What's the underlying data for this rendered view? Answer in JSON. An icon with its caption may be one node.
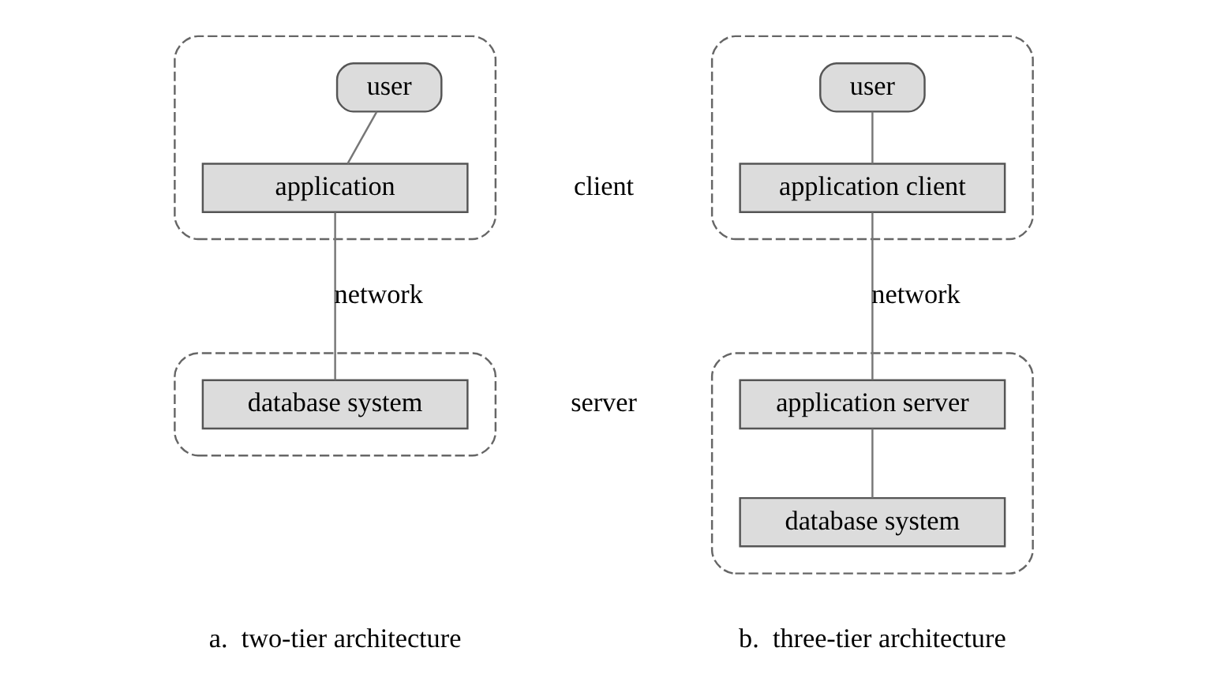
{
  "diagram": {
    "nodes": [
      {
        "text": [],
        "shape": "box"
      },
      {
        "text": [
          "user"
        ],
        "in": 0
      },
      {
        "text": [
          "application"
        ],
        "in": 0
      },
      {
        "text": [],
        "shape": "box"
      },
      {
        "text": [
          "database system"
        ],
        "in": 3
      },
      {
        "text": [],
        "shape": "box"
      },
      {
        "text": [
          "user"
        ],
        "in": 5
      },
      {
        "text": [
          "application client"
        ],
        "in": 5
      },
      {
        "text": [],
        "shape": "box"
      },
      {
        "text": [
          "application server"
        ],
        "in": 8
      },
      {
        "text": [
          "database system"
        ],
        "in": 8
      }
    ],
    "edges": [
      {
        "from": 1,
        "to": 2,
        "arrow": "none"
      },
      {
        "from": 2,
        "to": 4,
        "arrow": "none",
        "label": "network"
      },
      {
        "from": 6,
        "to": 7,
        "arrow": "none"
      },
      {
        "from": 7,
        "to": 9,
        "arrow": "none",
        "label": "network"
      },
      {
        "from": 9,
        "to": 10,
        "arrow": "none"
      }
    ],
    "labels": [
      "client",
      "server",
      "a.  two-tier architecture",
      "b.  three-tier architecture"
    ]
  }
}
